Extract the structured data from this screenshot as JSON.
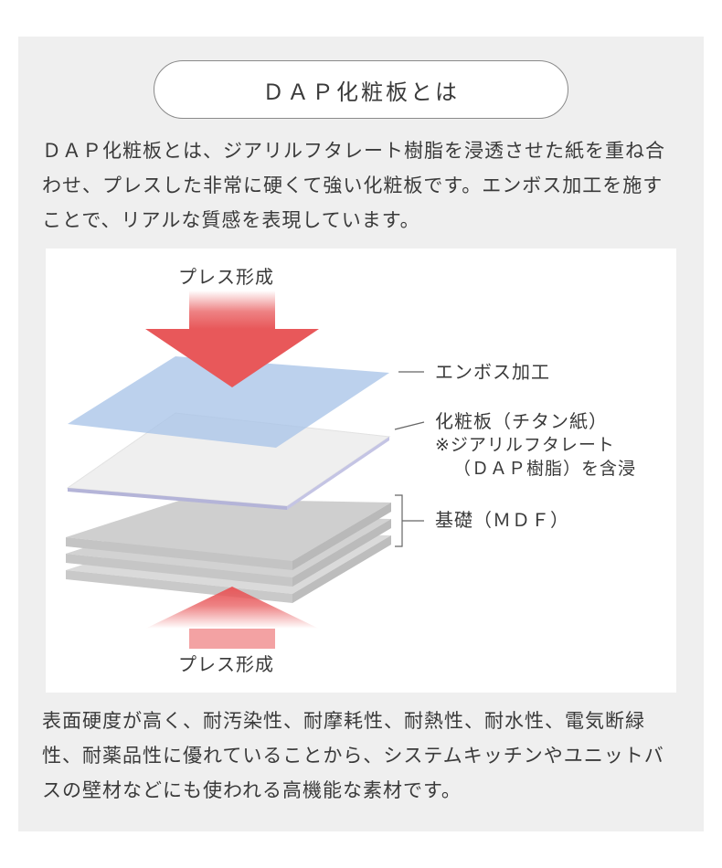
{
  "title": "ＤＡＰ化粧板とは",
  "intro": "ＤＡＰ化粧板とは、ジアリルフタレート樹脂を浸透させた紙を重ね合わせ、プレスした非常に硬くて強い化粧板です。エンボス加工を施すことで、リアルな質感を表現しています。",
  "diagram": {
    "press_top": "プレス形成",
    "press_bottom": "プレス形成",
    "layer_emboss": "エンボス加工",
    "layer_decor": "化粧板（チタン紙）",
    "layer_decor_note1": "※ジアリルフタレート",
    "layer_decor_note2": "（ＤＡＰ樹脂）を含浸",
    "layer_base": "基礎（ＭＤＦ）"
  },
  "outro": "表面硬度が高く、耐汚染性、耐摩耗性、耐熱性、耐水性、電気断緑性、耐薬品性に優れていることから、システムキッチンやユニットバスの壁材などにも使われる高機能な素材です。",
  "colors": {
    "panel": "#efefef",
    "arrow": "#e8585a",
    "emboss_layer": "#a9c4e8",
    "decor_layer": "#ececec",
    "base_layer": "#cfcfcf"
  }
}
